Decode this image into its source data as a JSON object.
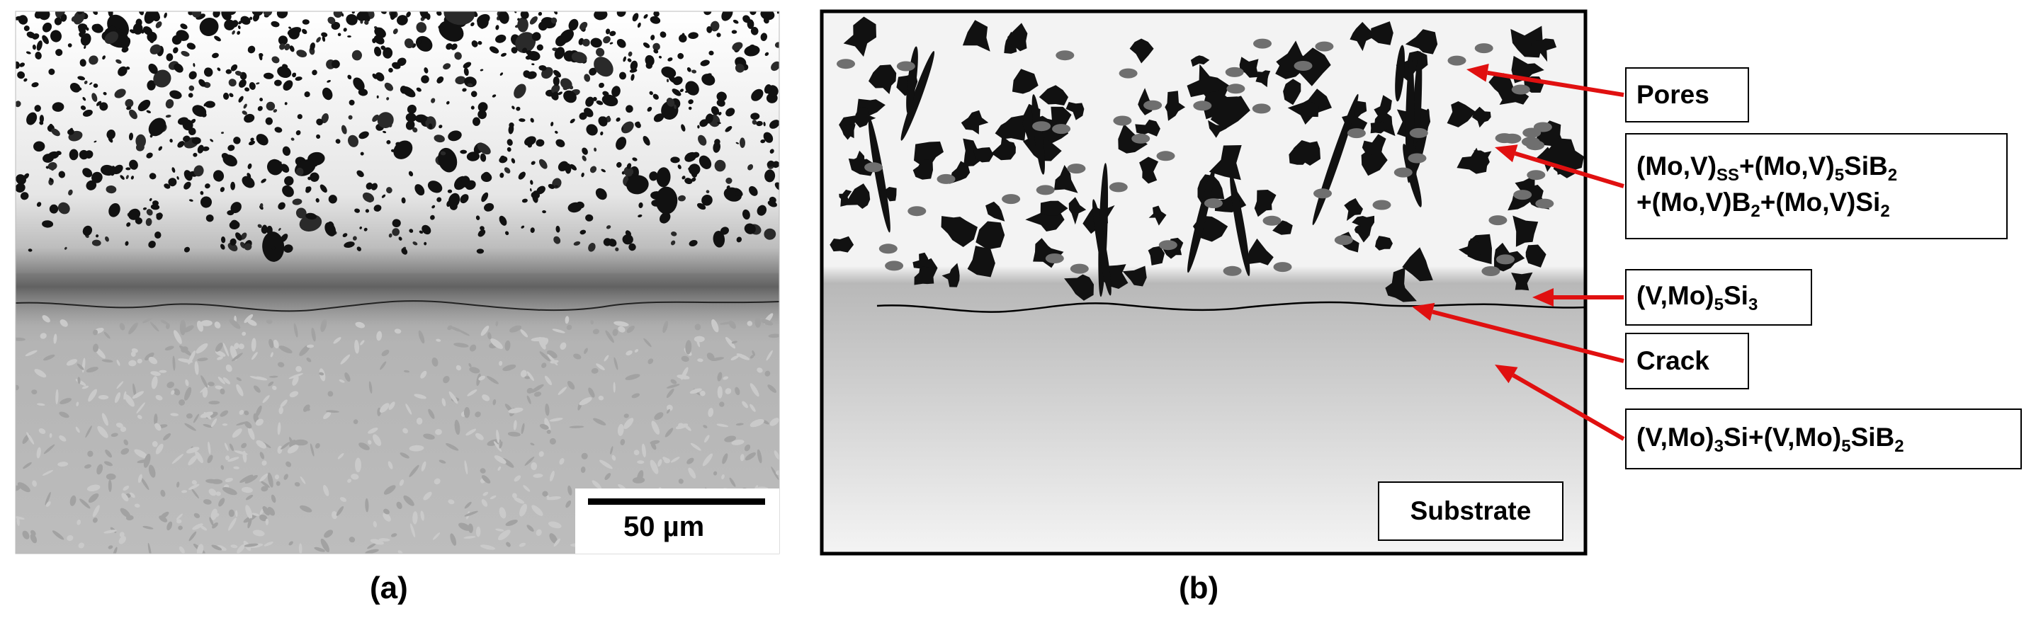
{
  "panel_a": {
    "caption": "(a)",
    "scale_bar": {
      "label": "50  µm"
    }
  },
  "panel_b": {
    "caption": "(b)",
    "substrate_label": "Substrate",
    "callouts": [
      {
        "id": "pores",
        "lines": [
          [
            {
              "t": "Pores"
            }
          ]
        ]
      },
      {
        "id": "phases-top",
        "lines": [
          [
            {
              "t": "(Mo,V)"
            },
            {
              "t": "SS",
              "sub": true
            },
            {
              "t": "+(Mo,V)"
            },
            {
              "t": "5",
              "sub": true
            },
            {
              "t": "SiB"
            },
            {
              "t": "2",
              "sub": true
            }
          ],
          [
            {
              "t": "+(Mo,V)B"
            },
            {
              "t": "2",
              "sub": true
            },
            {
              "t": "+(Mo,V)Si"
            },
            {
              "t": "2",
              "sub": true
            }
          ]
        ]
      },
      {
        "id": "v-mo-5si3",
        "lines": [
          [
            {
              "t": "(V,Mo)"
            },
            {
              "t": "5",
              "sub": true
            },
            {
              "t": "Si"
            },
            {
              "t": "3",
              "sub": true
            }
          ]
        ]
      },
      {
        "id": "crack",
        "lines": [
          [
            {
              "t": "Crack"
            }
          ]
        ]
      },
      {
        "id": "substrate-phases",
        "lines": [
          [
            {
              "t": "(V,Mo)"
            },
            {
              "t": "3",
              "sub": true
            },
            {
              "t": "Si+(V,Mo)"
            },
            {
              "t": "5",
              "sub": true
            },
            {
              "t": "SiB"
            },
            {
              "t": "2",
              "sub": true
            }
          ]
        ]
      }
    ]
  },
  "colors": {
    "arrow": "#e01010",
    "frame": "#000000",
    "coating_bg": "#f3f3f3",
    "pore": "#111111",
    "particle": "#6f6f6f",
    "interlayer": "#4a4a4a",
    "substrate_top": "#8d8d8d",
    "substrate_bottom": "#f2f2f2"
  }
}
